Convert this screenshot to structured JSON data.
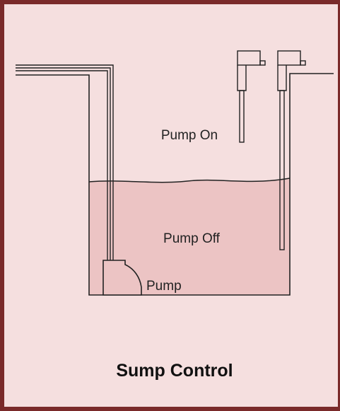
{
  "diagram": {
    "labels": {
      "pump_on": "Pump On",
      "pump_off": "Pump Off",
      "pump": "Pump"
    },
    "title": "Sump Control"
  },
  "colors": {
    "frame": "#7a2a2a",
    "background": "#f5dfdf",
    "water": "#ecc4c4",
    "line": "#222222"
  }
}
